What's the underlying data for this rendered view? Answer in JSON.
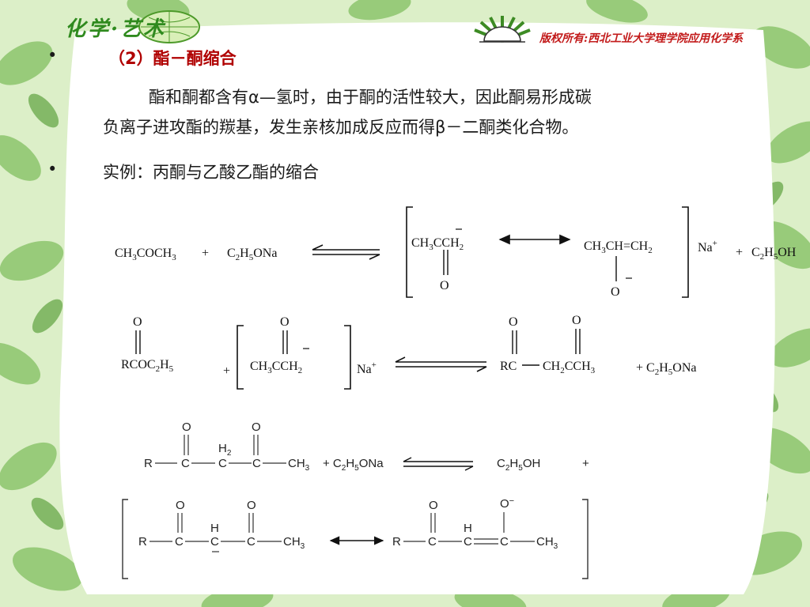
{
  "header": {
    "logo_text": "化学·艺术",
    "copyright": "版权所有:西北工业大学理学院应用化学系"
  },
  "content": {
    "bullet_symbol": "•",
    "heading": "（2）酯－酮缩合",
    "paragraph_line1": "酯和酮都含有α—氢时，由于酮的活性较大，因此酮易形成碳",
    "paragraph_line2": "负离子进攻酯的羰基，发生亲核加成反应而得β－二酮类化合物。",
    "example": "实例：丙酮与乙酸乙酯的缩合"
  },
  "colors": {
    "heading": "#b00000",
    "brand": "#c21a1a",
    "background": "#dff0cc",
    "slide": "#ffffff"
  }
}
